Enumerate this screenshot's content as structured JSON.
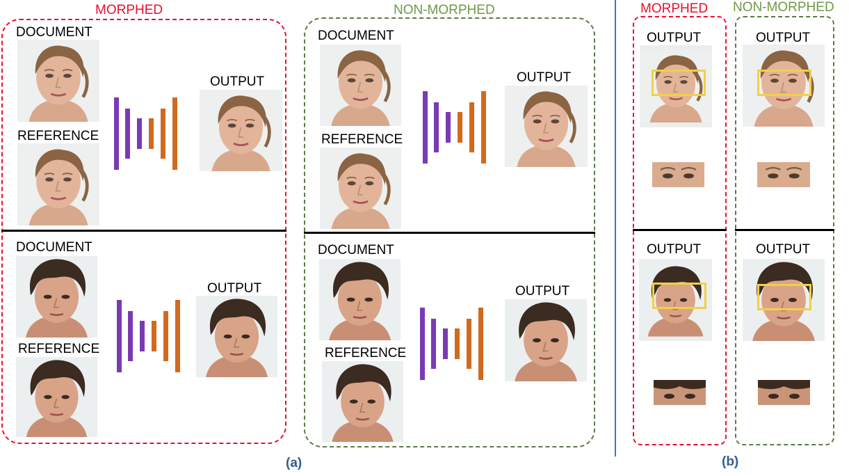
{
  "section_a": {
    "morphed_title": "MORPHED",
    "non_morphed_title": "NON-MORPHED",
    "caption": "(a)",
    "labels": {
      "document": "DOCUMENT",
      "reference": "REFERENCE",
      "output": "OUTPUT"
    }
  },
  "section_b": {
    "morphed_title": "MORPHED",
    "non_morphed_title": "NON-MORPHED",
    "caption": "(b)",
    "output_label": "OUTPUT"
  },
  "colors": {
    "morphed": "#e8102e",
    "non_morphed": "#6e9a44",
    "encoder": "#7a3ab4",
    "decoder": "#d06a1e",
    "eye_box": "#f2cf48",
    "divider": "#3a78c8"
  },
  "icons": [
    "female-face-photo",
    "male-face-photo",
    "encoder-decoder-network-icon",
    "eye-region-crop"
  ]
}
